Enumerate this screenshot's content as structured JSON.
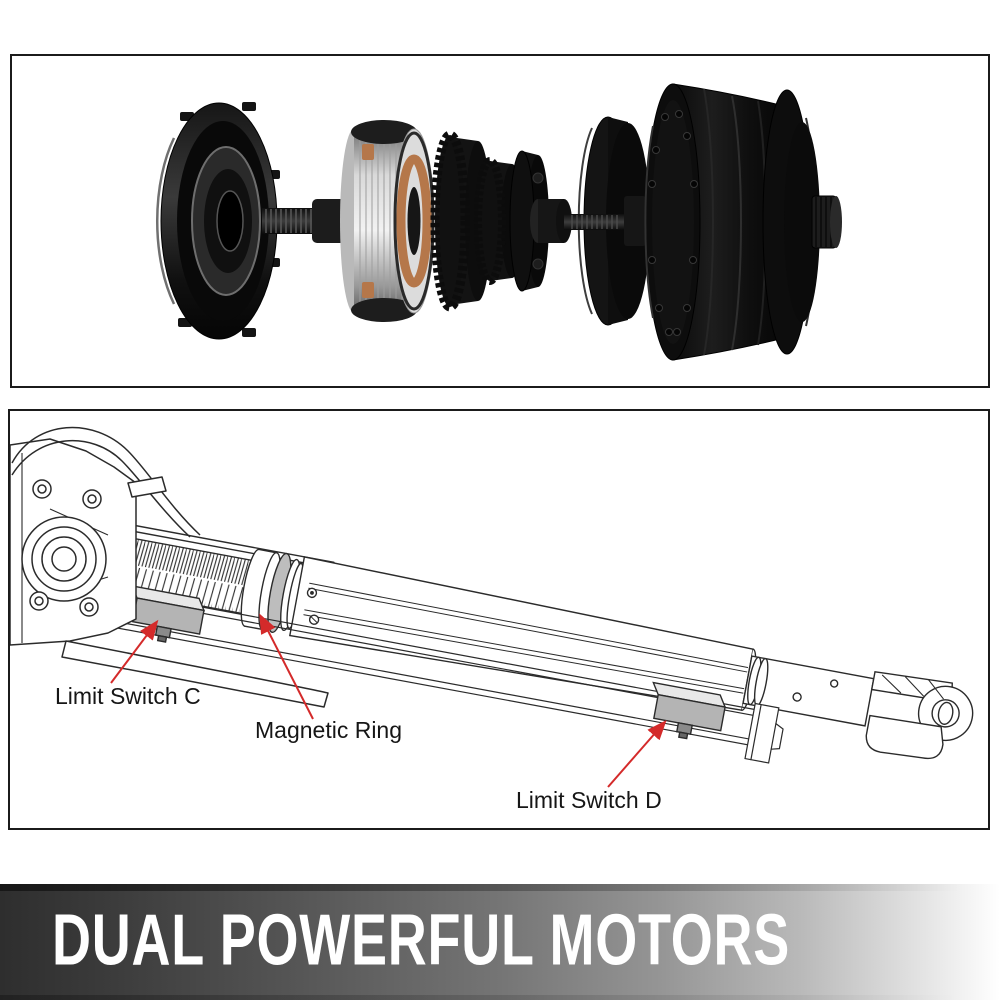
{
  "diagram": {
    "labels": [
      {
        "id": "limit-switch-c",
        "text": "Limit Switch C"
      },
      {
        "id": "magnetic-ring",
        "text": "Magnetic Ring"
      },
      {
        "id": "limit-switch-d",
        "text": "Limit Switch D"
      }
    ],
    "arrow_color": "#d42a2a",
    "line_color": "#2b2b2b",
    "switch_fill": "#b4b4b4",
    "ring_fill": "#bdbdbd"
  },
  "banner": {
    "title": "DUAL POWERFUL MOTORS",
    "text_color": "#ffffff",
    "gradient_left": "#2e2e2e",
    "gradient_right": "#ffffff"
  }
}
